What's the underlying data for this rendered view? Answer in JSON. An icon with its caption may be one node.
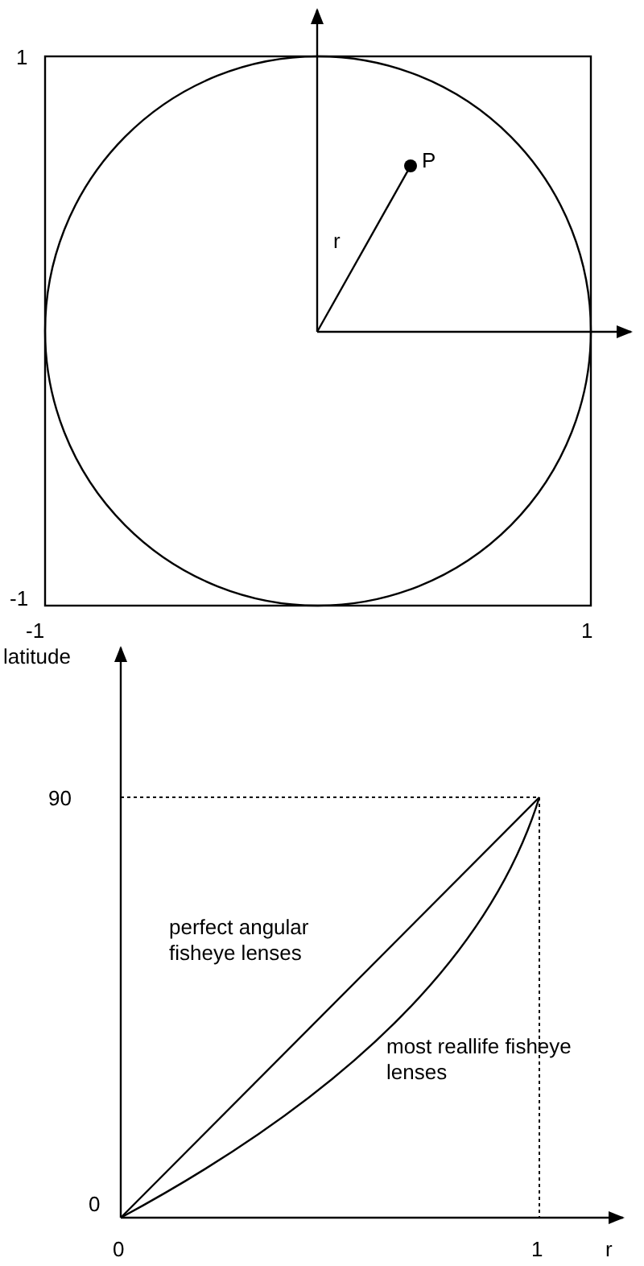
{
  "diagram": {
    "labels": [
      "1",
      "P",
      "r",
      "-1",
      "-1",
      "1",
      "latitude",
      "90",
      "perfect angular fisheye lenses",
      "most reallife fisheye lenses",
      "0",
      "0",
      "1",
      "r"
    ]
  }
}
